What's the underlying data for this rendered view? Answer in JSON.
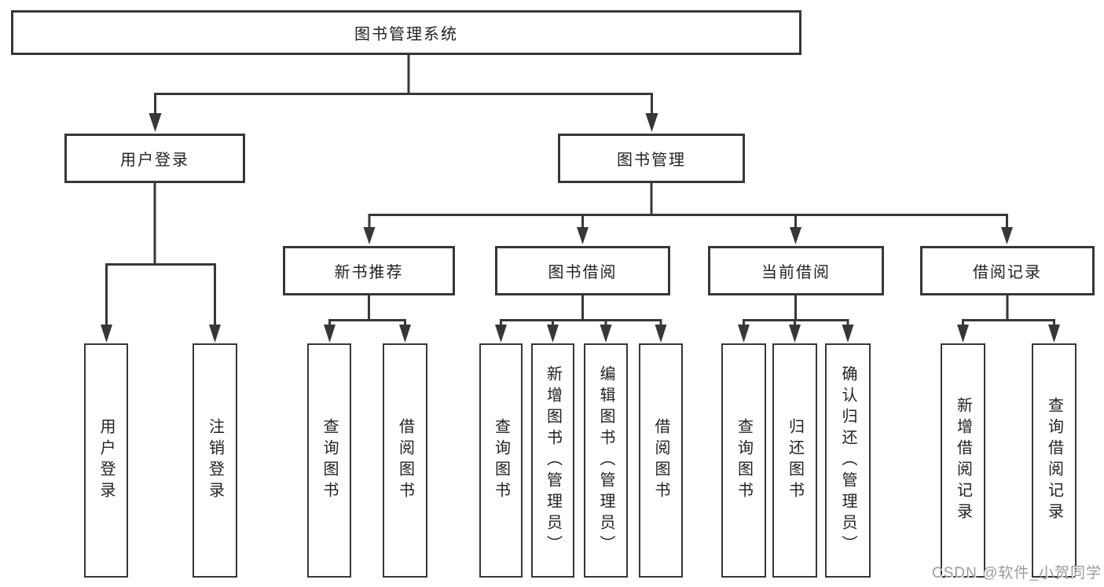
{
  "nodes": {
    "root": {
      "label": "图书管理系统"
    },
    "user_login": {
      "label": "用户登录",
      "children": [
        {
          "label": "用户登录"
        },
        {
          "label": "注销登录"
        }
      ]
    },
    "book_mgmt": {
      "label": "图书管理"
    },
    "new_book_rec": {
      "label": "新书推荐",
      "children": [
        {
          "label": "查询图书"
        },
        {
          "label": "借阅图书"
        }
      ]
    },
    "book_borrow": {
      "label": "图书借阅",
      "children": [
        {
          "label": "查询图书"
        },
        {
          "label": "新增图书（管理员）"
        },
        {
          "label": "编辑图书（管理员）"
        },
        {
          "label": "借阅图书"
        }
      ]
    },
    "current_borrow": {
      "label": "当前借阅",
      "children": [
        {
          "label": "查询图书"
        },
        {
          "label": "归还图书"
        },
        {
          "label": "确认归还（管理员）"
        }
      ]
    },
    "borrow_records": {
      "label": "借阅记录",
      "children": [
        {
          "label": "新增借阅记录"
        },
        {
          "label": "查询借阅记录"
        }
      ]
    }
  },
  "watermark": {
    "text": "CSDN @软件_小贺同学"
  },
  "colors": {
    "line": "#373737",
    "box_border": "#373737",
    "text": "#222222",
    "watermark": "#9b9b9b",
    "background": "#ffffff"
  }
}
